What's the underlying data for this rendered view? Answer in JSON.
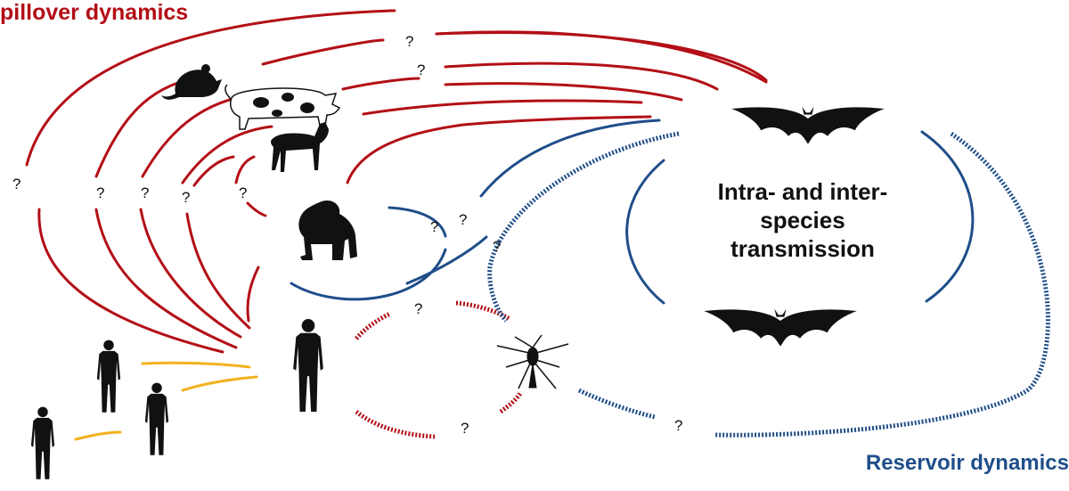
{
  "titles": {
    "spillover": "pillover dynamics",
    "reservoir": "Reservoir dynamics"
  },
  "center_label": {
    "line1": "Intra- and inter-",
    "line2": "species",
    "line3": "transmission"
  },
  "question_mark": "?",
  "colors": {
    "spillover": "#b30f16",
    "reservoir": "#1f4e8a",
    "human": "#f2b21f",
    "silhouette": "#111111"
  },
  "icons": [
    "mouse-icon",
    "pig-icon",
    "goat-icon",
    "chimpanzee-icon",
    "bat-icon",
    "mosquito-icon",
    "human-icon"
  ]
}
